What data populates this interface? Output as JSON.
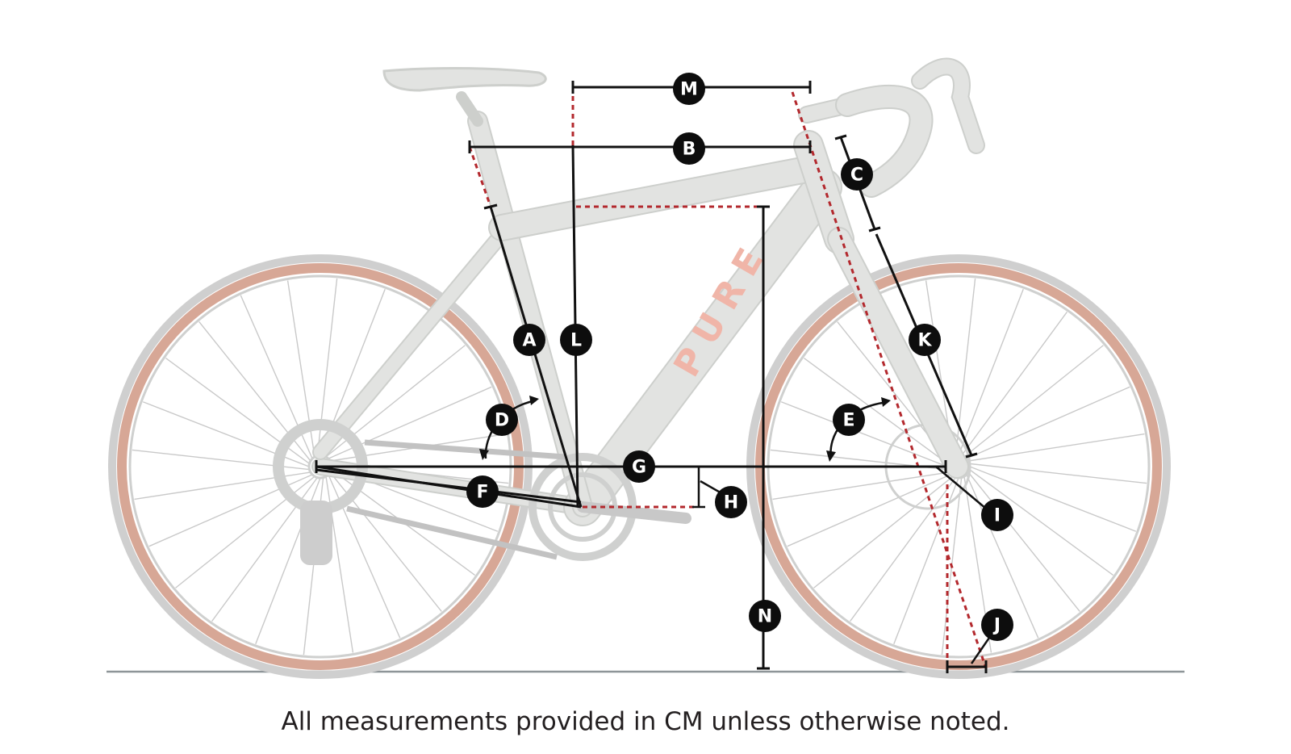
{
  "caption": "All measurements provided in CM unless otherwise noted.",
  "frame_brand": "PURE",
  "labels": {
    "A": "A",
    "B": "B",
    "C": "C",
    "D": "D",
    "E": "E",
    "F": "F",
    "G": "G",
    "H": "H",
    "I": "I",
    "J": "J",
    "K": "K",
    "L": "L",
    "M": "M",
    "N": "N"
  },
  "colors": {
    "measure_line": "#111111",
    "reference_dash": "#b3282d",
    "badge_fill": "#0d0d0d",
    "badge_text": "#ffffff",
    "tire_sidewall": "#d7a796",
    "frame": "#e2e3e1",
    "ground": "#8e9598"
  }
}
